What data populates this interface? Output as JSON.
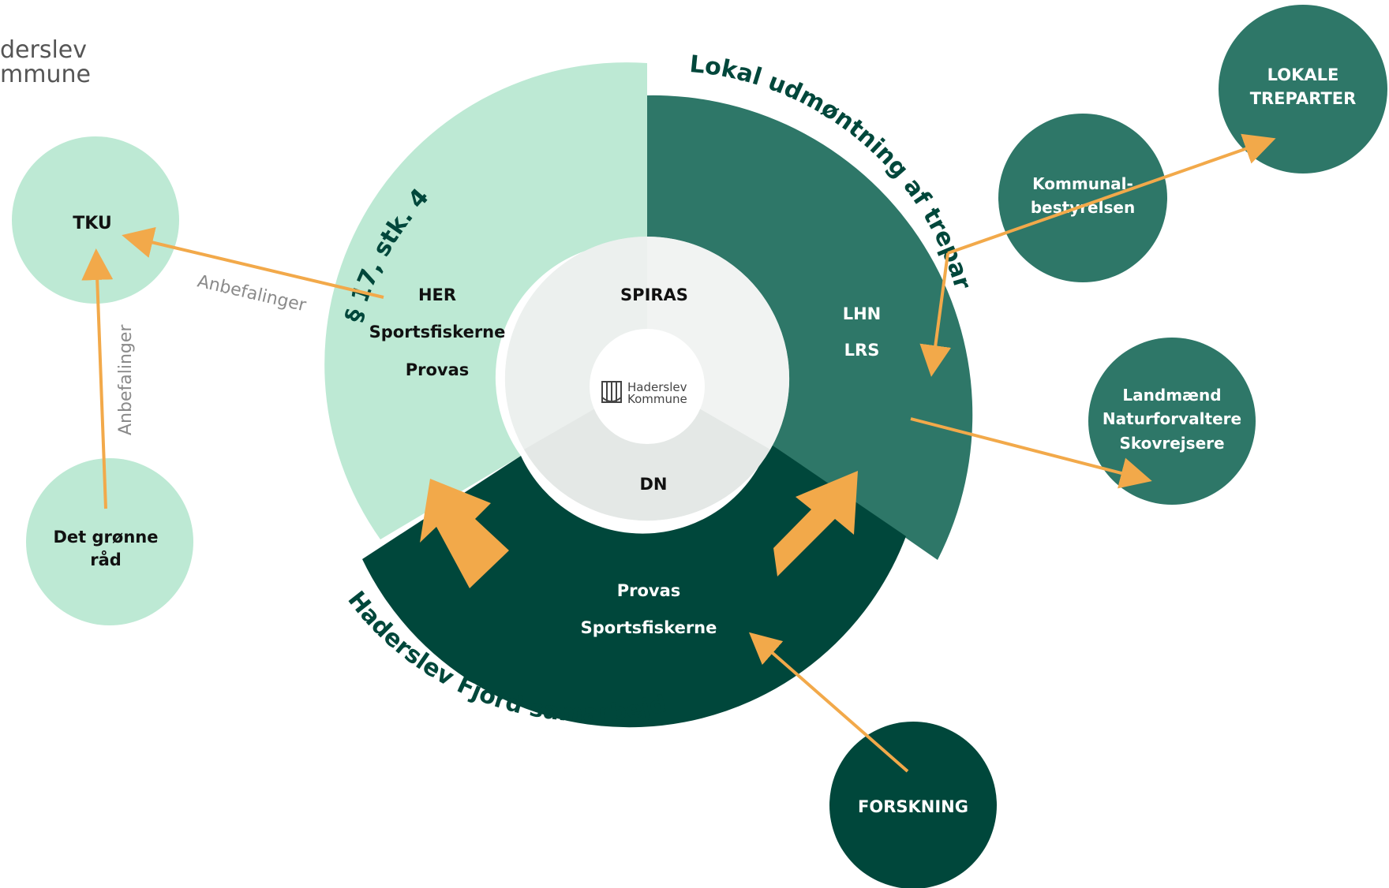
{
  "logo": {
    "line1": "derslev",
    "line2": "mmune"
  },
  "center_logo": {
    "line1": "Haderslev",
    "line2": "Kommune"
  },
  "outer_labels": {
    "law": "§ 17, stk. 4",
    "local": "Lokal udmøntning af trepart",
    "fjord": "Haderslev Fjord samarbejdet"
  },
  "inner_labels": {
    "spiras": "SPIRAS",
    "dn": "DN"
  },
  "segments": {
    "left": [
      "HER",
      "Sportsfiskerne",
      "Provas"
    ],
    "right": [
      "LHN",
      "LRS"
    ],
    "bottom": [
      "Provas",
      "Sportsfiskerne"
    ]
  },
  "nodes": {
    "tku": "TKU",
    "groenne_raad": [
      "Det grønne",
      "råd"
    ],
    "kommunal": [
      "Kommunal-",
      "bestyrelsen"
    ],
    "lokale": [
      "LOKALE",
      "TREPARTER"
    ],
    "landmaend": [
      "Landmænd",
      "Naturforvaltere",
      "Skovrejsere"
    ],
    "forskning": "FORSKNING"
  },
  "edge_labels": {
    "horizontal": "Anbefalinger",
    "vertical": "Anbefalinger"
  },
  "colors": {
    "light_green": "#bde9d4",
    "teal": "#2e7768",
    "dark_green": "#00473b",
    "inner_ring": "#e9ebea",
    "inner_top": "#f1f3f2",
    "arrow_orange": "#f2a94a",
    "edge_label_gray": "#8a8a8a"
  }
}
